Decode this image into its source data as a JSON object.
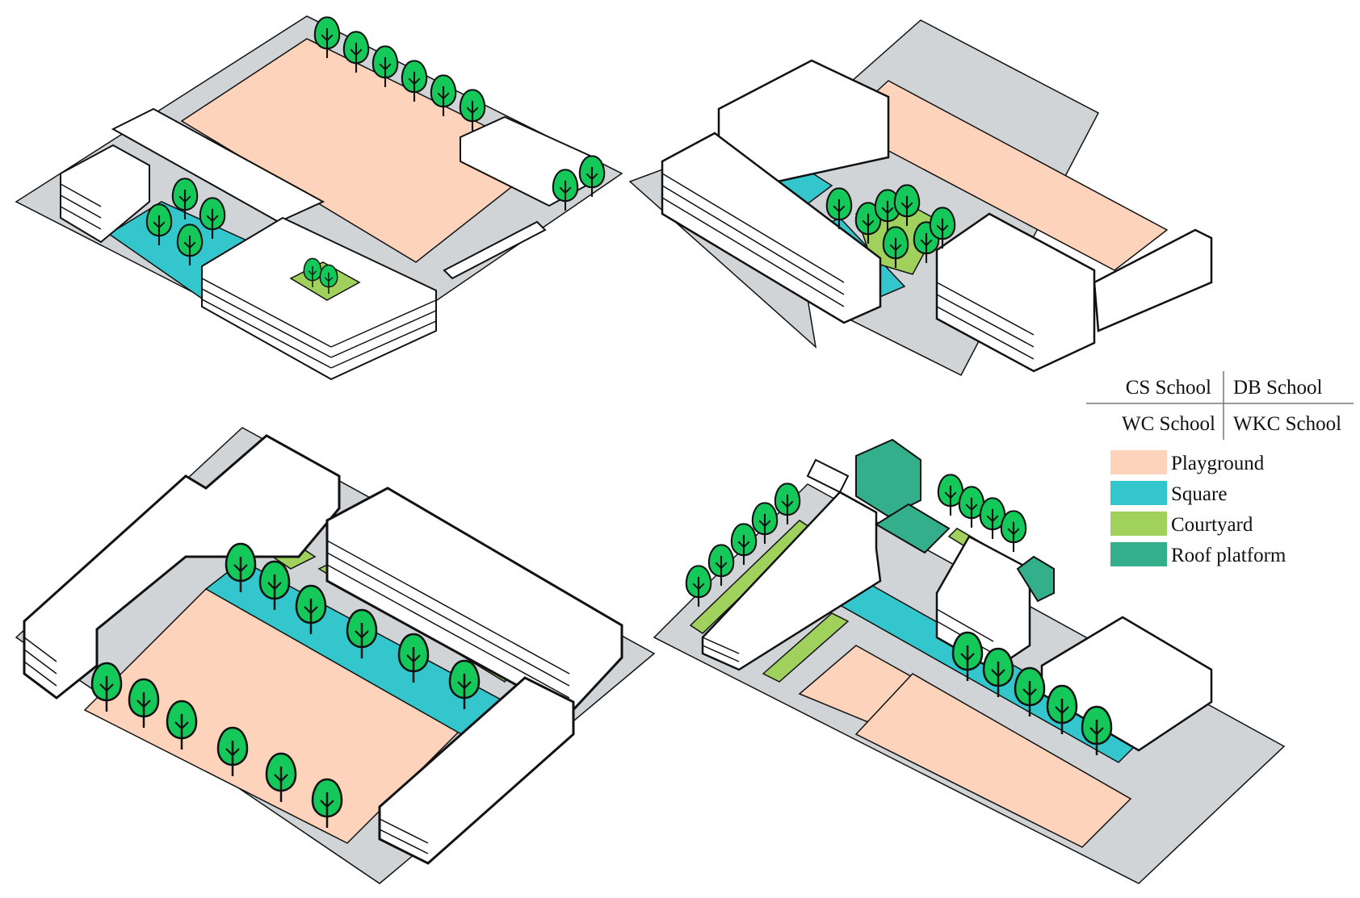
{
  "key_grid": {
    "top_left": "CS School",
    "top_right": "DB School",
    "bottom_left": "WC School",
    "bottom_right": "WKC School"
  },
  "legend": [
    {
      "label": "Playground",
      "color": "#fdd4bb"
    },
    {
      "label": "Square",
      "color": "#33c6cc"
    },
    {
      "label": "Courtyard",
      "color": "#a0d15c"
    },
    {
      "label": "Roof platform",
      "color": "#33b08b"
    }
  ],
  "colors": {
    "ground": "#d0d4d7",
    "playground": "#fdd4bb",
    "square": "#33c6cc",
    "courtyard": "#a0d15c",
    "roof_platform": "#33b08b",
    "tree": "#14c85a",
    "building": "#ffffff",
    "outline": "#111111"
  },
  "schools": [
    {
      "name": "CS School",
      "icon": "isometric-school-diagram"
    },
    {
      "name": "DB School",
      "icon": "isometric-school-diagram"
    },
    {
      "name": "WC School",
      "icon": "isometric-school-diagram"
    },
    {
      "name": "WKC School",
      "icon": "isometric-school-diagram"
    }
  ]
}
